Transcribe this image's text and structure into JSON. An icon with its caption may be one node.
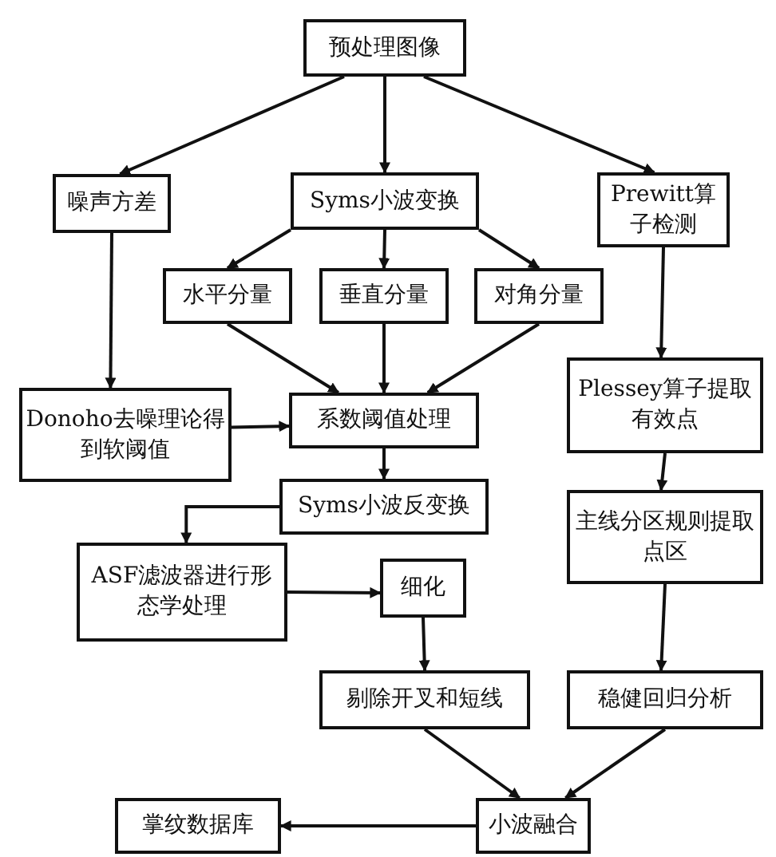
{
  "diagram": {
    "nodes": [
      {
        "text": [
          "预处理图像"
        ]
      },
      {
        "text": [
          "噪声方差"
        ]
      },
      {
        "text": [
          "Syms小波变换"
        ]
      },
      {
        "text": [
          "Prewitt算子检测"
        ]
      },
      {
        "text": [
          "水平分量"
        ]
      },
      {
        "text": [
          "垂直分量"
        ]
      },
      {
        "text": [
          "对角分量"
        ]
      },
      {
        "text": [
          "Donoho去噪理论得到软阈值"
        ]
      },
      {
        "text": [
          "系数阈值处理"
        ]
      },
      {
        "text": [
          "Plessey算子提取有效点"
        ]
      },
      {
        "text": [
          "Syms小波反变换"
        ]
      },
      {
        "text": [
          "主线分区规则提取点区"
        ]
      },
      {
        "text": [
          "ASF滤波器进行形态学处理"
        ]
      },
      {
        "text": [
          "细化"
        ]
      },
      {
        "text": [
          "剔除开叉和短线"
        ]
      },
      {
        "text": [
          "稳健回归分析"
        ]
      },
      {
        "text": [
          "小波融合"
        ]
      },
      {
        "text": [
          "掌纹数据库"
        ]
      }
    ],
    "edges": [
      {
        "from": 0,
        "to": 1,
        "arrow": "to"
      },
      {
        "from": 0,
        "to": 2,
        "arrow": "to"
      },
      {
        "from": 0,
        "to": 3,
        "arrow": "to"
      },
      {
        "from": 2,
        "to": 4,
        "arrow": "to"
      },
      {
        "from": 2,
        "to": 5,
        "arrow": "to"
      },
      {
        "from": 2,
        "to": 6,
        "arrow": "to"
      },
      {
        "from": 1,
        "to": 7,
        "arrow": "to"
      },
      {
        "from": 4,
        "to": 8,
        "arrow": "to"
      },
      {
        "from": 5,
        "to": 8,
        "arrow": "to"
      },
      {
        "from": 6,
        "to": 8,
        "arrow": "to"
      },
      {
        "from": 7,
        "to": 8,
        "arrow": "to"
      },
      {
        "from": 3,
        "to": 9,
        "arrow": "to"
      },
      {
        "from": 8,
        "to": 10,
        "arrow": "to"
      },
      {
        "from": 10,
        "to": 12,
        "arrow": "to"
      },
      {
        "from": 12,
        "to": 13,
        "arrow": "to"
      },
      {
        "from": 9,
        "to": 11,
        "arrow": "to"
      },
      {
        "from": 13,
        "to": 14,
        "arrow": "to"
      },
      {
        "from": 11,
        "to": 15,
        "arrow": "to"
      },
      {
        "from": 14,
        "to": 16,
        "arrow": "to"
      },
      {
        "from": 15,
        "to": 16,
        "arrow": "to"
      },
      {
        "from": 16,
        "to": 17,
        "arrow": "to"
      }
    ]
  }
}
